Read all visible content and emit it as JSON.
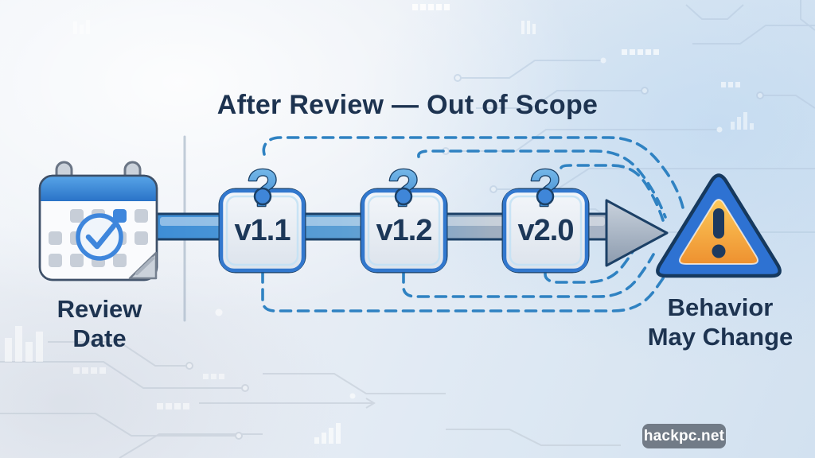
{
  "title": "After Review — Out of Scope",
  "watermark": "hackpc.net",
  "timeline": {
    "start": {
      "icon": "calendar-check-icon",
      "label_line1": "Review",
      "label_line2": "Date"
    },
    "versions": [
      {
        "label": "v1.1"
      },
      {
        "label": "v1.2"
      },
      {
        "label": "v2.0"
      }
    ],
    "end": {
      "icon": "warning-triangle-icon",
      "label_line1": "Behavior",
      "label_line2": "May Change"
    },
    "question_mark": "?"
  },
  "colors": {
    "title_text": "#1D3350",
    "dashed_connector": "#2F82C2",
    "box_border": "#3278CE",
    "box_outline": "#1B4066",
    "arrow_blue": "#3E8ED6",
    "arrow_gray": "#A9B5C6",
    "question_mark_blue": "#4F9AD8",
    "triangle_border_blue": "#2E72D2",
    "triangle_fill_top": "#FCC95A",
    "triangle_fill_bottom": "#EE9130",
    "exclamation": "#1D3A5F",
    "calendar_header": "#2A73C8",
    "calendar_accent": "#3E86DC",
    "watermark_bg": "#636C78",
    "background_tint": "#DDE8F3"
  }
}
